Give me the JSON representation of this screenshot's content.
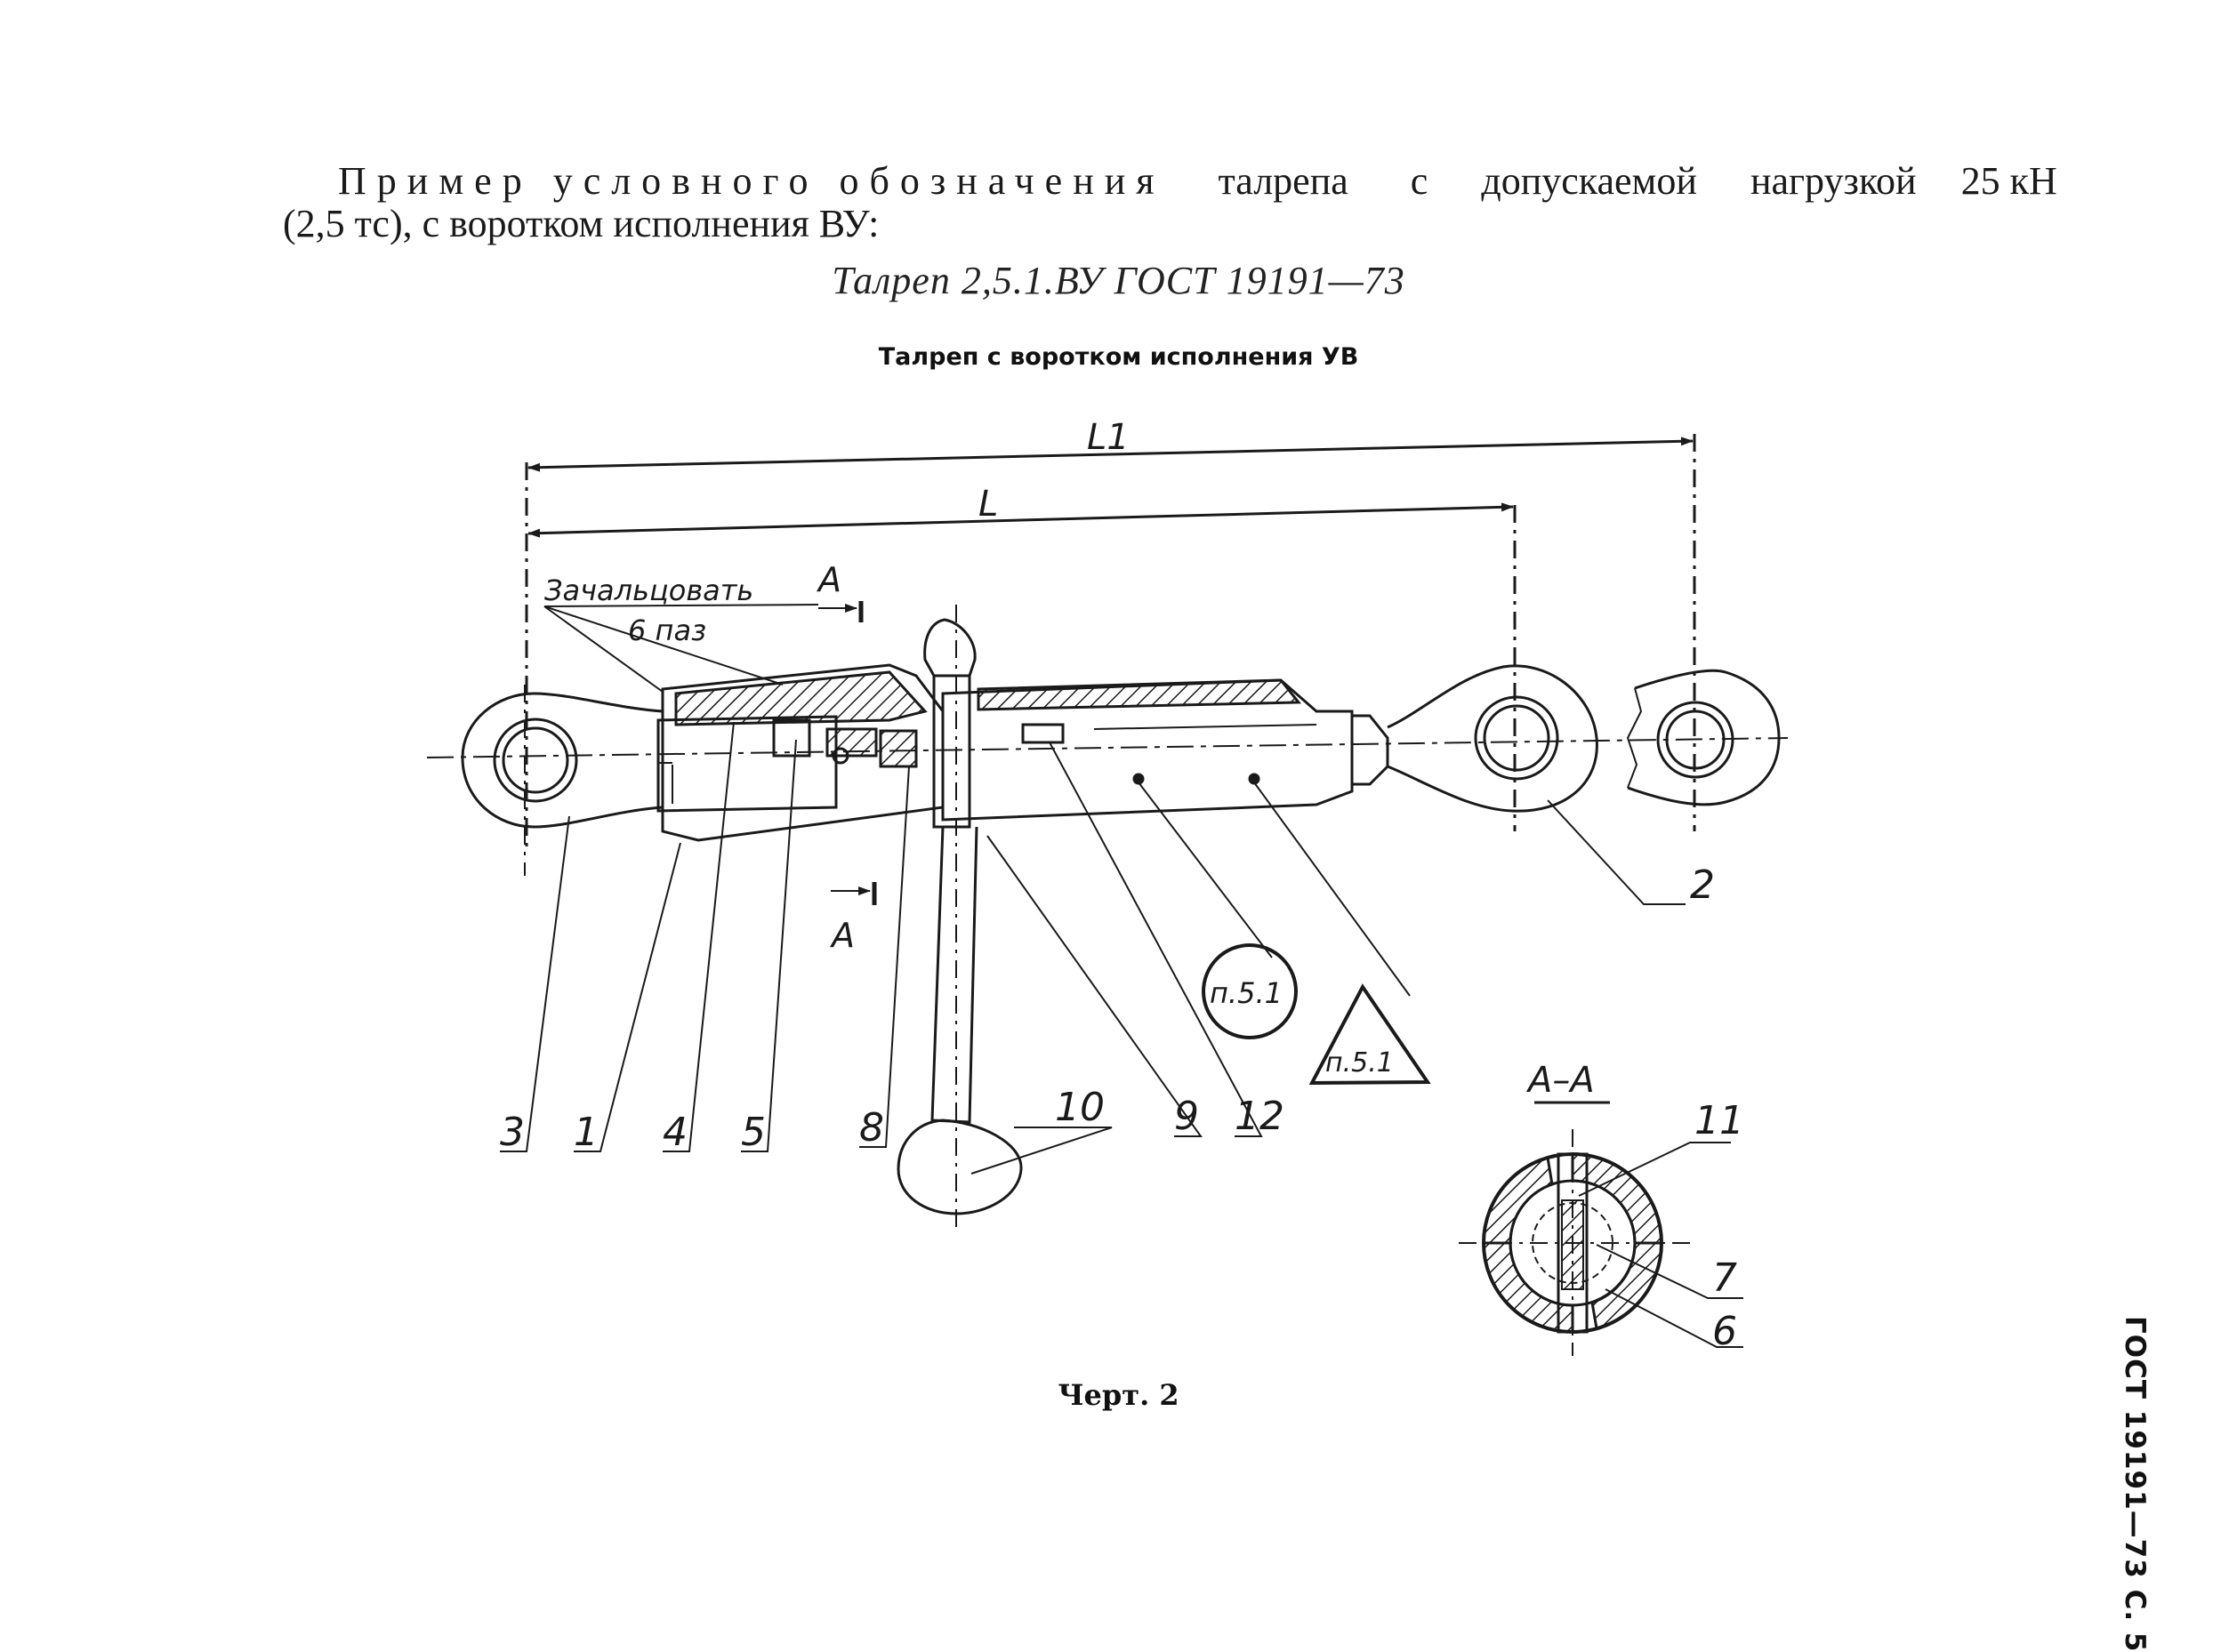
{
  "intro": {
    "line1_spaced": "Пример условного обозначения",
    "line1_rest": [
      "талрепа",
      "с",
      "допускаемой",
      "нагрузкой",
      "25 кН"
    ],
    "line2": "(2,5 тс), с воротком исполнения ВУ:"
  },
  "designation": "Талреп 2,5.1.ВУ ГОСТ 19191—73",
  "drawing_caption": "Талреп с воротком исполнения УВ",
  "drawing": {
    "dim_L1": "L1",
    "dim_L": "L",
    "note_line1": "Зачальцовать",
    "note_line2": "6 паз",
    "section_mark": "А",
    "section_title": "А–А",
    "circle_note": "п.5.1",
    "triangle_note": "п.5.1",
    "part_labels": [
      "3",
      "1",
      "4",
      "5",
      "8",
      "10",
      "9",
      "12",
      "2",
      "11",
      "7",
      "6"
    ]
  },
  "figure_label": "Черт. 2",
  "side_header": "ГОСТ 19191—73 С. 5",
  "colors": {
    "ink": "#1a1a1a",
    "paper": "#ffffff"
  }
}
